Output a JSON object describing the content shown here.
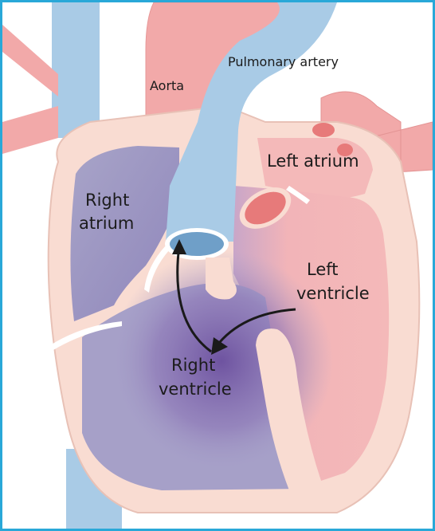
{
  "labels": {
    "aorta": "Aorta",
    "pulmonary_artery": "Pulmonary artery",
    "left_atrium": "Left atrium",
    "right_atrium": [
      "Right",
      "atrium"
    ],
    "left_ventricle": [
      "Left",
      "ventricle"
    ],
    "right_ventricle": [
      "Right",
      "ventricle"
    ]
  },
  "colors": {
    "frame_border": "#29a8d8",
    "vessel_blue": "#a9cbe6",
    "vessel_blue_edge": "#6f9fc8",
    "aorta_pink": "#f2a9a9",
    "wall_cream": "#f9dcd2",
    "left_chamber": "#f4b8b8",
    "right_chamber": "#a6a0c8",
    "deoxy_purple": "#7a62a8",
    "valve_red": "#e77a7a"
  }
}
